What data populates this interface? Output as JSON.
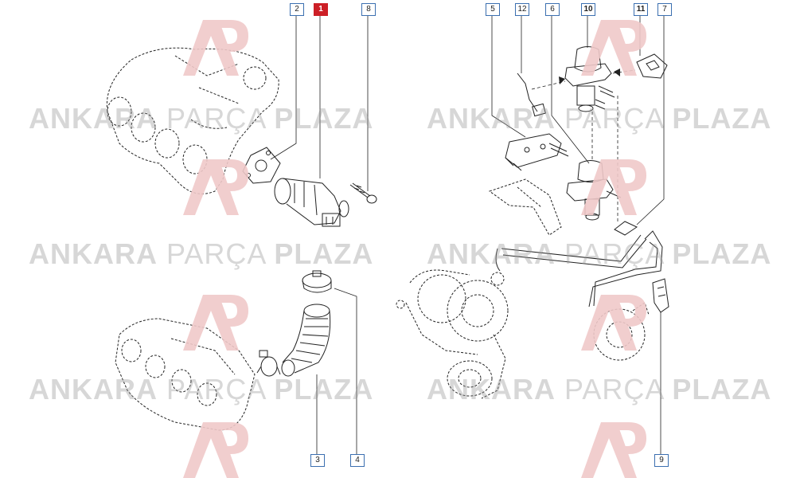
{
  "callouts": {
    "c1": "1",
    "c2": "2",
    "c3": "3",
    "c4": "4",
    "c5": "5",
    "c6": "6",
    "c7": "7",
    "c8": "8",
    "c9": "9",
    "c10": "10",
    "c11": "11",
    "c12": "12"
  },
  "selected_callout": "1",
  "watermark": {
    "bold_left": "ANKARA",
    "light_middle": "PARÇA",
    "bold_right": "PLAZA",
    "logo_letters": "AP"
  },
  "colors": {
    "callout_border": "#3b6fb0",
    "selected_fill": "#cc1f26",
    "watermark_gray": "#969696",
    "logo_red": "#f0c9c9"
  }
}
